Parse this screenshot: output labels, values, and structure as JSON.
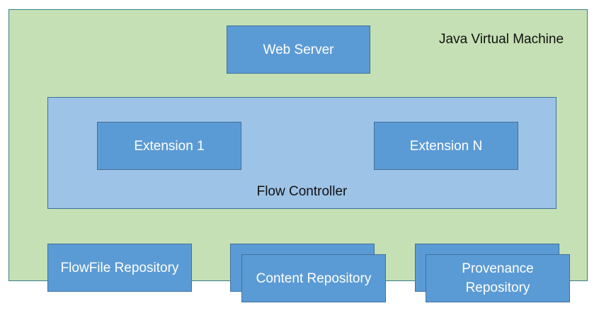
{
  "diagram": {
    "jvm": {
      "label": "Java Virtual Machine"
    },
    "web_server": {
      "label": "Web Server"
    },
    "flow_controller": {
      "label": "Flow Controller",
      "extensions": [
        "Extension 1",
        "Extension N"
      ]
    },
    "repositories": {
      "flowfile": "FlowFile Repository",
      "content": "Content Repository",
      "provenance_line1": "Provenance",
      "provenance_line2": "Repository"
    }
  },
  "colors": {
    "jvm_fill": "#c5e0b4",
    "component_fill": "#5b9bd5",
    "controller_fill": "#9dc3e6",
    "border": "#41719c"
  }
}
